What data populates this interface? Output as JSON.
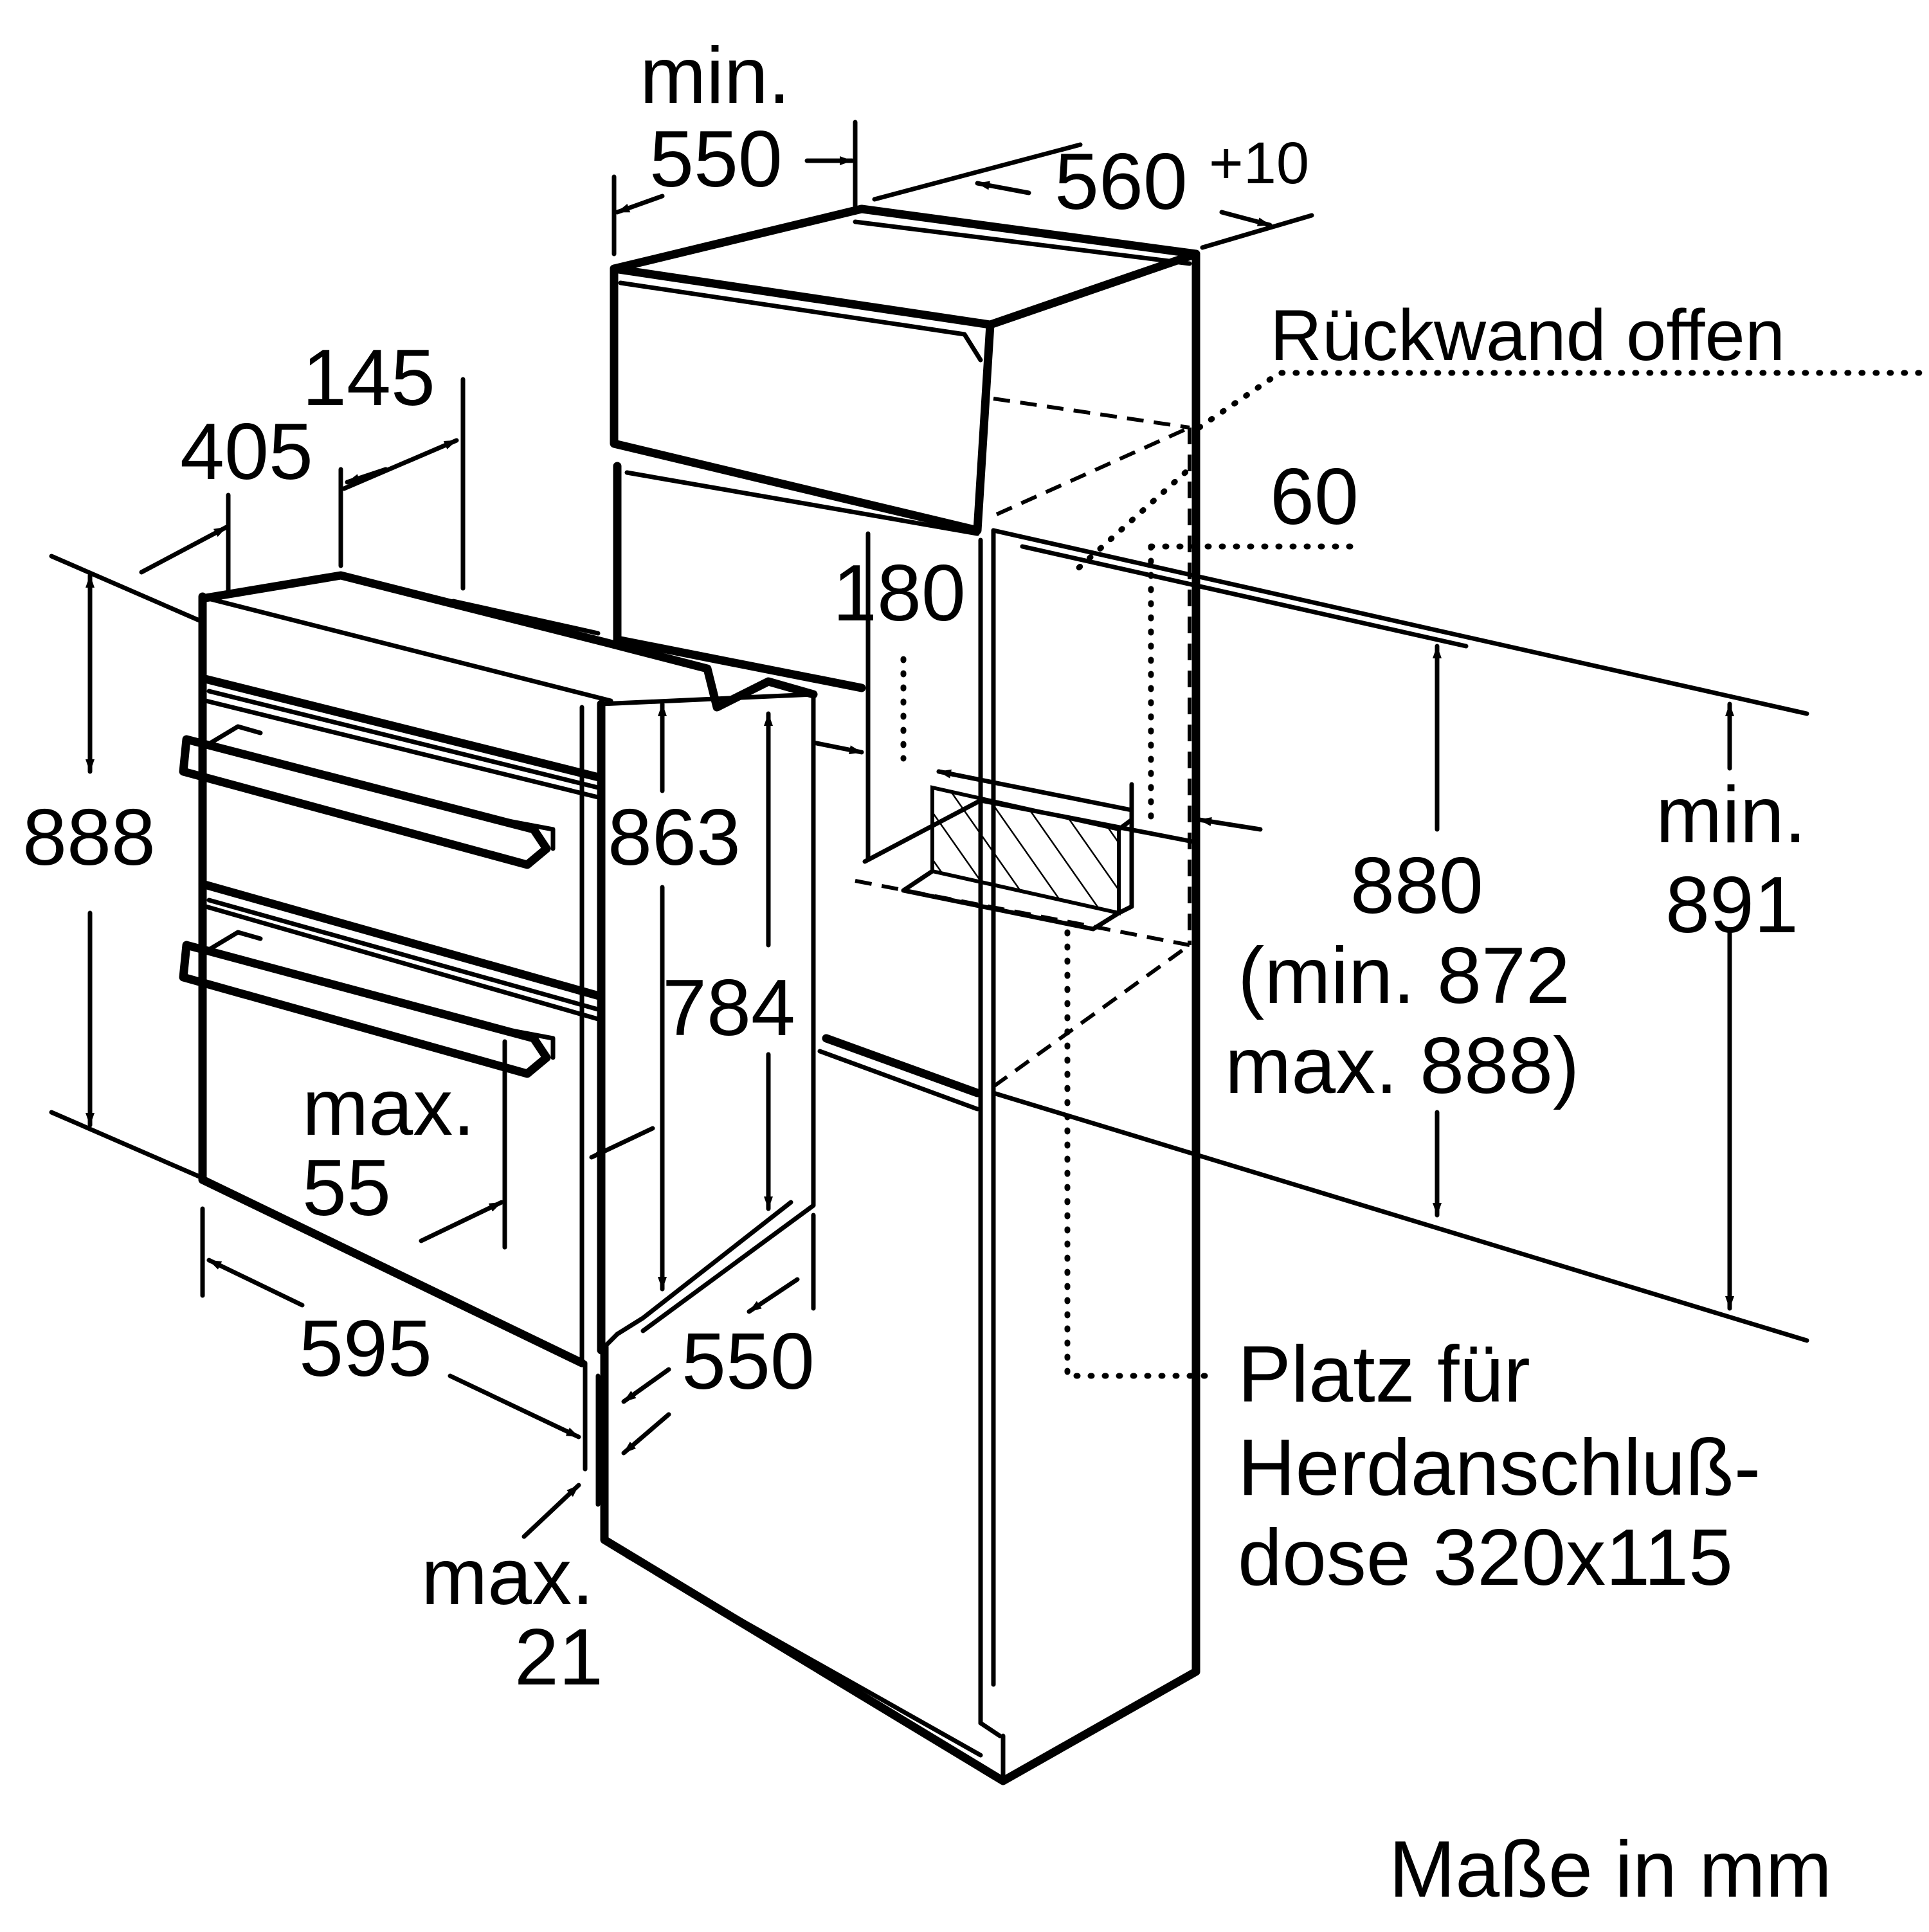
{
  "dimensions": {
    "niche_depth_min_label": "min.",
    "niche_depth_min_value": "550",
    "niche_width": "560",
    "niche_width_tolerance": "+10",
    "back_wall_label": "Rückwand offen",
    "vent_gap": "60",
    "cable_height": "180",
    "top_depth_145": "145",
    "top_depth_405": "405",
    "oven_height": "888",
    "body_height": "863",
    "inner_height": "784",
    "handle_depth_label": "max.",
    "handle_depth_value": "55",
    "oven_width": "595",
    "oven_depth": "550",
    "front_gap_label": "max.",
    "front_gap_value": "21",
    "niche_height": "880",
    "niche_height_min": "(min. 872",
    "niche_height_max": "max. 888)",
    "niche_height_total_label": "min.",
    "niche_height_total_value": "891",
    "socket_line1": "Platz für",
    "socket_line2": "Herdanschluß-",
    "socket_line3": "dose 320x115",
    "units": "Maße in mm"
  }
}
